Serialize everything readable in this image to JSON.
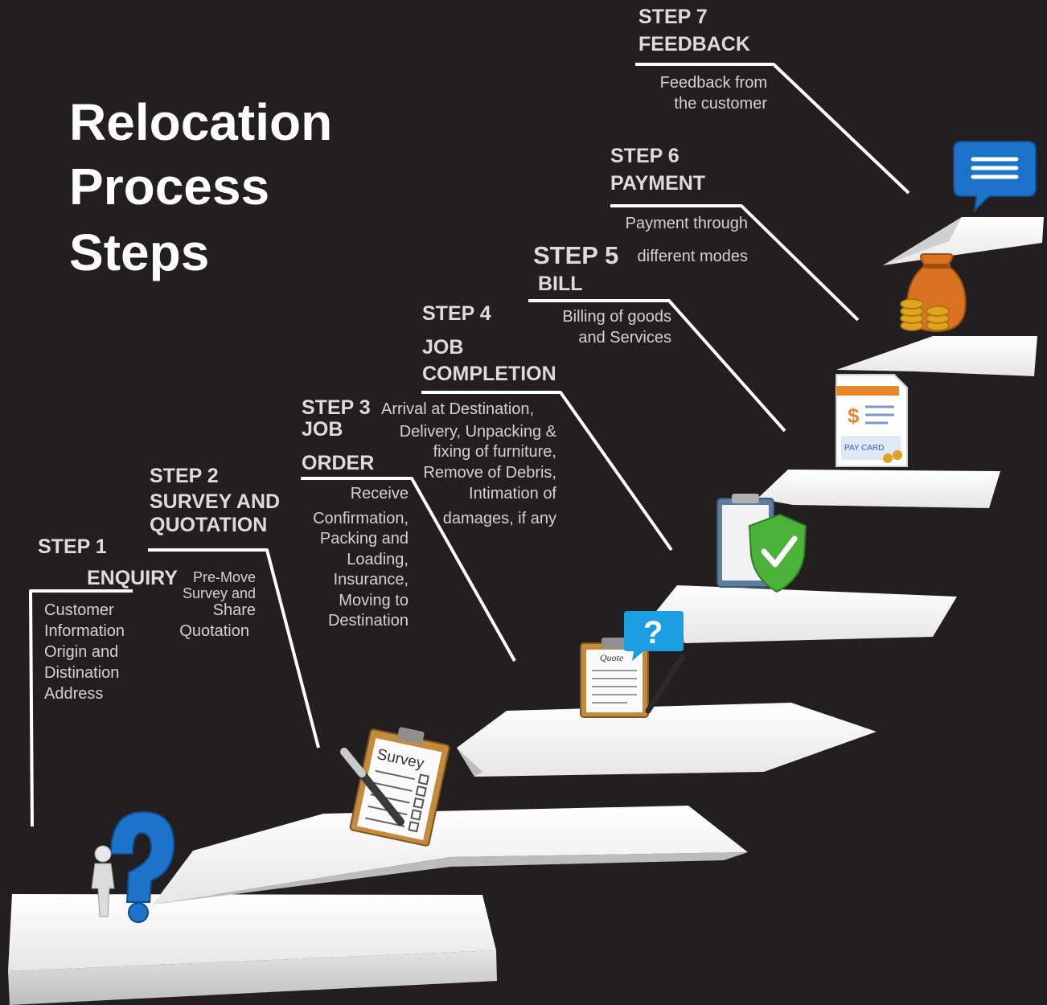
{
  "title": {
    "line1": "Relocation",
    "line2": "Process",
    "line3": "Steps"
  },
  "steps": [
    {
      "number": "STEP 1",
      "name": "ENQUIRY",
      "description": [
        "Customer",
        "Information",
        "Origin and",
        "Distination",
        "Address"
      ],
      "icon": "question-mark-person-icon"
    },
    {
      "number": "STEP 2",
      "name_lines": [
        "SURVEY AND",
        "QUOTATION"
      ],
      "description": [
        "Pre-Move",
        "Survey and",
        "Share",
        "Quotation"
      ],
      "icon": "survey-clipboard-icon"
    },
    {
      "number": "STEP 3",
      "name_lines": [
        "JOB",
        "ORDER"
      ],
      "description": [
        "Receive",
        "Confirmation,",
        "Packing and",
        "Loading,",
        "Insurance,",
        "Moving to",
        "Destination"
      ],
      "icon": "quote-clipboard-icon",
      "icon_text": "Quote"
    },
    {
      "number": "STEP 4",
      "name_lines": [
        "JOB",
        "COMPLETION"
      ],
      "description": [
        "Arrival at Destination,",
        "Delivery, Unpacking &",
        "fixing of furniture,",
        "Remove of Debris,",
        "Intimation of",
        "damages, if any"
      ],
      "icon": "shield-check-clipboard-icon"
    },
    {
      "number": "STEP 5",
      "name": "BILL",
      "description": [
        "Billing of goods",
        "and Services"
      ],
      "icon": "invoice-icon",
      "icon_text": "PAY CARD"
    },
    {
      "number": "STEP 6",
      "name": "PAYMENT",
      "description": [
        "Payment through",
        "different modes"
      ],
      "icon": "money-bag-icon"
    },
    {
      "number": "STEP 7",
      "name": "FEEDBACK",
      "description": [
        "Feedback from",
        "the customer"
      ],
      "icon": "chat-bubble-icon"
    }
  ],
  "colors": {
    "background": "#231f20",
    "stair": "#f4f4f4",
    "stair_shadow": "#c9c9c9",
    "accent_blue": "#1d73c9",
    "shield_green": "#4bb33a",
    "coin_gold": "#e0a31f"
  }
}
